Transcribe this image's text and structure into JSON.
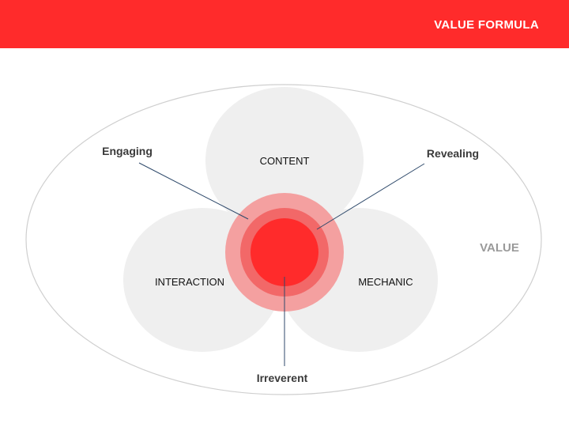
{
  "header": {
    "title": "VALUE FORMULA"
  },
  "diagram": {
    "outer_label": "VALUE",
    "circles": {
      "top": "CONTENT",
      "left": "INTERACTION",
      "right": "MECHANIC"
    },
    "callouts": {
      "top_left": "Engaging",
      "top_right": "Revealing",
      "bottom": "Irreverent"
    },
    "colors": {
      "header": "#ff2b2b",
      "circle_fill": "#efefef",
      "ring_outer": "#f4a0a0",
      "ring_middle": "#f26868",
      "core": "#ff2b2b",
      "callout_line": "#2f4a6b"
    }
  }
}
